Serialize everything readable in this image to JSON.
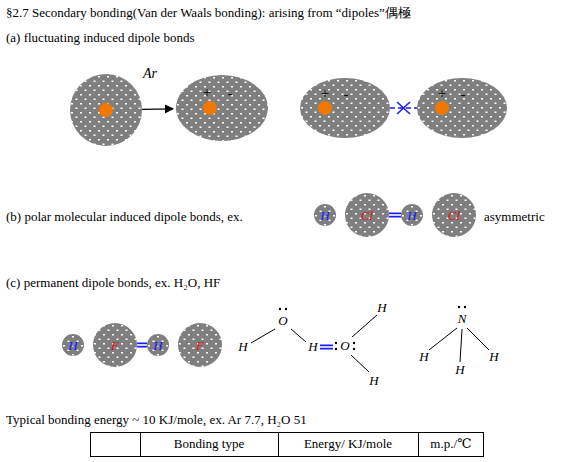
{
  "diagram": {
    "title": "§2.7 Secondary bonding(Van der Waals bonding): arising from “dipoles”偶極",
    "nodes": [
      {
        "text": [
          "Ar"
        ]
      },
      {
        "text": [
          "+",
          "-"
        ]
      },
      {
        "text": [
          "+",
          "-"
        ]
      },
      {
        "text": [
          "+",
          "-"
        ]
      },
      {
        "text": [
          "H"
        ]
      },
      {
        "text": [
          "Cl"
        ]
      },
      {
        "text": [
          "H"
        ]
      },
      {
        "text": [
          "Cl"
        ]
      },
      {
        "text": [
          "H"
        ]
      },
      {
        "text": [
          "F"
        ]
      },
      {
        "text": [
          "H"
        ]
      },
      {
        "text": [
          "F"
        ]
      }
    ],
    "edges": [
      {
        "from": 0,
        "to": 1,
        "arrow": "to"
      },
      {
        "from": 2,
        "to": 3,
        "arrow": "none"
      },
      {
        "from": 5,
        "to": 6,
        "arrow": "none"
      },
      {
        "from": 9,
        "to": 10,
        "arrow": "none"
      }
    ],
    "labels": [
      "(a) fluctuating induced dipole bonds",
      "(b) polar molecular induced dipole bonds, ex.",
      "asymmetric",
      "(c) permanent dipole bonds, ex. H₂O, HF",
      "H",
      "O",
      "H",
      "H",
      "O",
      "H",
      "N",
      "H",
      "H",
      "H",
      "Typical bonding energy ~ 10 KJ/mole, ex. Ar 7.7, H₂O 51",
      "Bonding type",
      "Energy/ KJ/mole",
      "m.p./℃"
    ]
  }
}
